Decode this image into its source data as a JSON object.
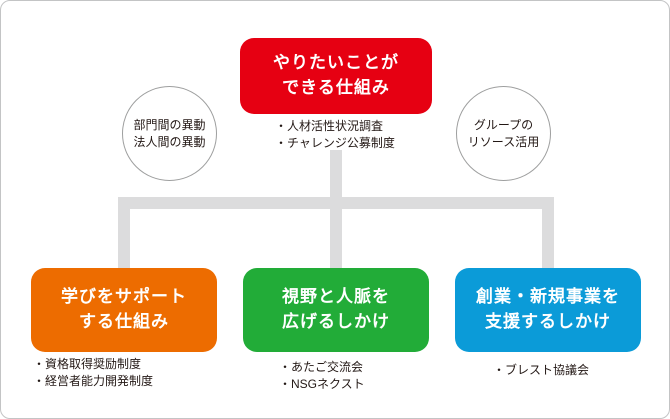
{
  "colors": {
    "top_box": "#e60012",
    "box_learning": "#ed6c00",
    "box_network": "#22ac38",
    "box_startup": "#0b9bd8",
    "connector": "#dcdcdd"
  },
  "top_box": {
    "line1": "やりたいことが",
    "line2": "できる仕組み",
    "bullets": [
      "・人材活性状況調査",
      "・チャレンジ公募制度"
    ]
  },
  "left_bubble": {
    "line1": "部門間の異動",
    "line2": "法人間の異動"
  },
  "right_bubble": {
    "line1": "グループの",
    "line2": "リソース活用"
  },
  "boxes": [
    {
      "line1": "学びをサポート",
      "line2": "する仕組み",
      "bullets": [
        "・資格取得奨励制度",
        "・経営者能力開発制度"
      ]
    },
    {
      "line1": "視野と人脈を",
      "line2": "広げるしかけ",
      "bullets": [
        "・あたご交流会",
        "・NSGネクスト"
      ]
    },
    {
      "line1": "創業・新規事業を",
      "line2": "支援するしかけ",
      "bullets": [
        "・ブレスト協議会"
      ]
    }
  ]
}
